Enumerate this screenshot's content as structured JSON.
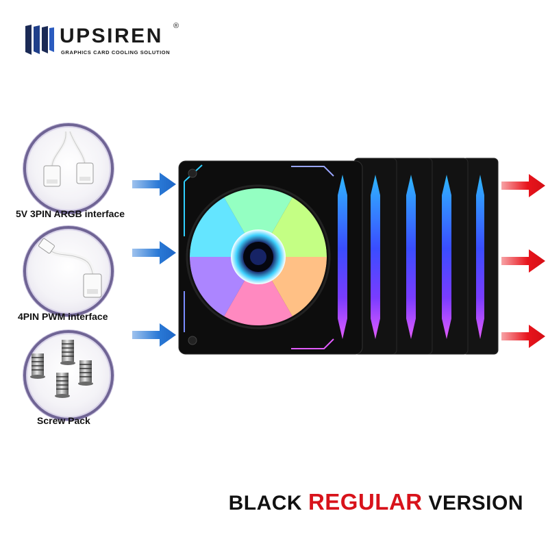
{
  "brand": {
    "name": "UPSIREN",
    "registered_mark": "®",
    "tagline": "GRAPHICS CARD COOLING SOLUTION"
  },
  "accessories": [
    {
      "label": "5V 3PIN ARGB interface",
      "icon": "argb-cable-icon"
    },
    {
      "label": "4PIN PWM interface",
      "icon": "pwm-cable-icon"
    },
    {
      "label": "Screw Pack",
      "icon": "screw-pack-icon"
    }
  ],
  "fans": {
    "count": 5,
    "icon": "rgb-fan-icon"
  },
  "airflow": {
    "in_color": "#2a79d6",
    "out_color": "#e8141c",
    "in_arrows": 3,
    "out_arrows": 3
  },
  "version_title": {
    "part1": "BLACK",
    "part2": "REGULAR",
    "part3": "VERSION",
    "accent_color": "#d8131b"
  }
}
